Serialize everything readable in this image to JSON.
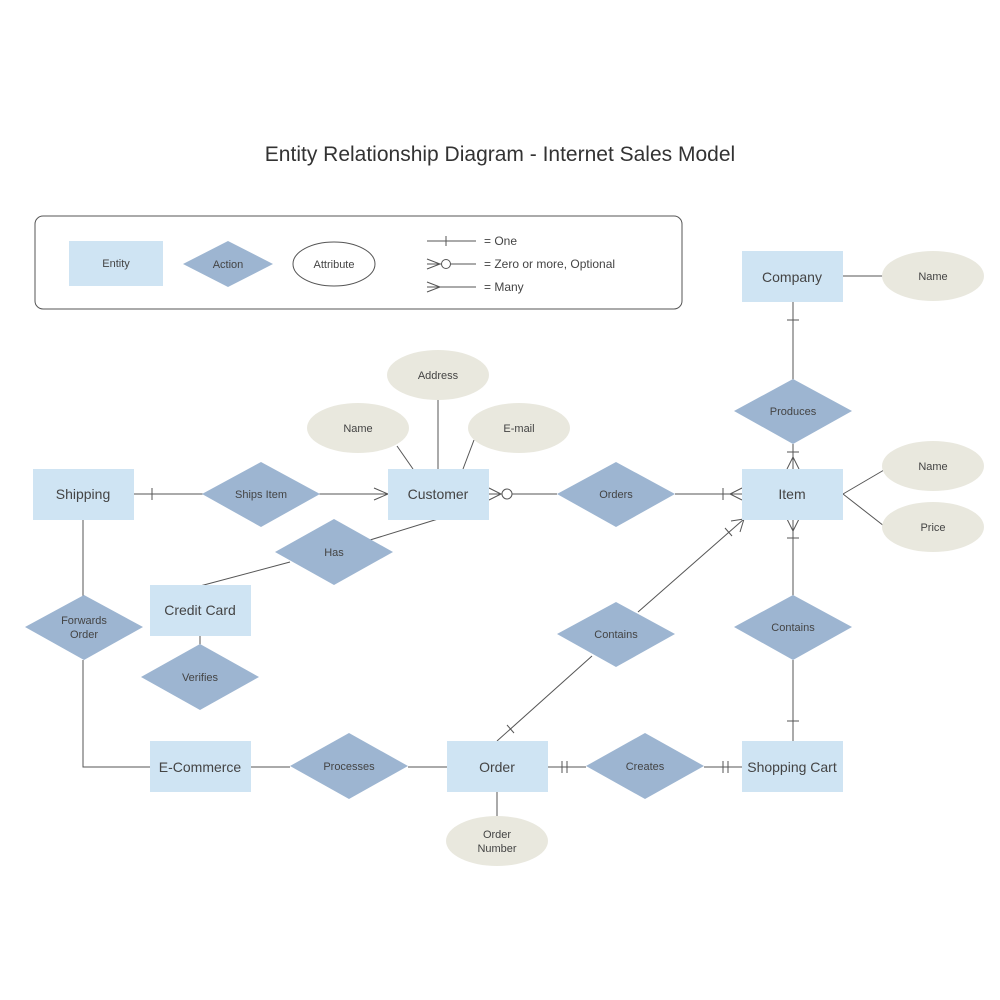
{
  "title": "Entity Relationship Diagram - Internet Sales Model",
  "colors": {
    "entity_fill": "#cfe4f3",
    "action_fill": "#9db5d1",
    "attribute_fill": "#e9e8de",
    "line": "#555555",
    "text": "#444444"
  },
  "legend": {
    "entity": "Entity",
    "action": "Action",
    "attribute": "Attribute",
    "one": "= One",
    "zero_or_more": "= Zero or more, Optional",
    "many": "= Many"
  },
  "entities": {
    "company": "Company",
    "shipping": "Shipping",
    "customer": "Customer",
    "item": "Item",
    "credit_card": "Credit Card",
    "ecommerce": "E-Commerce",
    "order": "Order",
    "shopping_cart": "Shopping Cart"
  },
  "actions": {
    "produces": "Produces",
    "ships_item": "Ships Item",
    "orders": "Orders",
    "has": "Has",
    "forwards_order_1": "Forwards",
    "forwards_order_2": "Order",
    "verifies": "Verifies",
    "contains_order": "Contains",
    "contains_cart": "Contains",
    "processes": "Processes",
    "creates": "Creates"
  },
  "attributes": {
    "company_name": "Name",
    "customer_address": "Address",
    "customer_name": "Name",
    "customer_email": "E-mail",
    "item_name": "Name",
    "item_price": "Price",
    "order_number_1": "Order",
    "order_number_2": "Number"
  }
}
